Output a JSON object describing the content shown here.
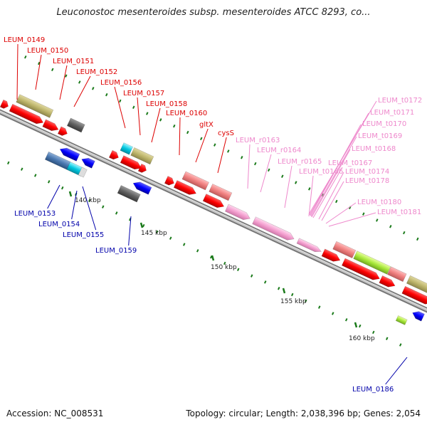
{
  "title": "Leuconostoc mesenteroides subsp. mesenteroides ATCC 8293, co...",
  "footer": {
    "accession": "Accession: NC_008531",
    "topology": "Topology: circular; Length: 2,038,396 bp; Genes: 2,054"
  },
  "colors": {
    "cds_forward": "#ff0000",
    "cds_reverse": "#0000ff",
    "rna_label": "#ee88cc",
    "backbone": "#999999",
    "tick": "#1a7a1a"
  },
  "tick_labels": [
    "140 kbp",
    "145 kbp",
    "150 kbp",
    "155 kbp",
    "160 kbp"
  ],
  "gene_labels": {
    "forward": [
      "LEUM_0149",
      "LEUM_0150",
      "LEUM_0151",
      "LEUM_0152",
      "LEUM_0156",
      "LEUM_0157",
      "LEUM_0158",
      "LEUM_0160",
      "gltX",
      "cysS"
    ],
    "reverse": [
      "LEUM_0153",
      "LEUM_0154",
      "LEUM_0155",
      "LEUM_0159",
      "LEUM_0186"
    ],
    "rna": [
      "LEUM_r0163",
      "LEUM_r0164",
      "LEUM_r0165",
      "LEUM_t0166",
      "LEUM_t0167",
      "LEUM_t0168",
      "LEUM_t0169",
      "LEUM_t0170",
      "LEUM_t0171",
      "LEUM_t0172",
      "LEUM_t0174",
      "LEUM_t0178",
      "LEUM_t0180",
      "LEUM_t0181"
    ]
  }
}
